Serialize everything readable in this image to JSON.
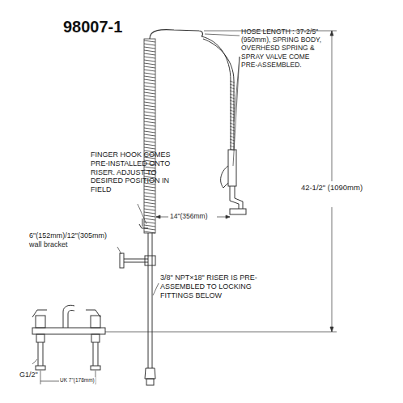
{
  "diagram": {
    "title": "98007-1",
    "labels": [
      "HOSE LENGTH : 37-2/5\"(950mm), SPRING BODY, OVERHESD SPRING & SPRAY VALVE COME PRE-ASSEMBLED.",
      "FINGER HOOK COMES PRE-INSTALLED ONTO RISER. ADJUST TO DESIRED POSITION IN FIELD",
      "14\"(356mm)",
      "6\"(152mm)/12\"(305mm) wall bracket",
      "42-1/2\" (1090mm)",
      "3/8\" NPT×18\" RISER IS PRE-ASSEMBLED TO LOCKING FITTINGS BELOW",
      "G1/2\"",
      "UK 7\"(178mm)"
    ]
  }
}
